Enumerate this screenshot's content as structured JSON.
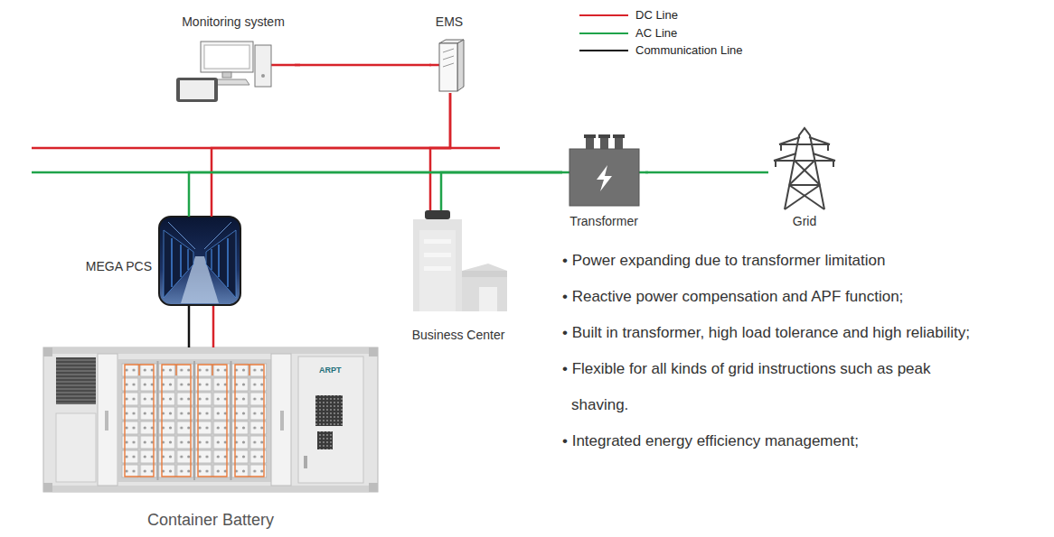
{
  "diagram": {
    "nodes": [
      {
        "text": [
          "Monitoring system"
        ]
      },
      {
        "text": [
          "EMS"
        ]
      },
      {
        "text": [
          "Transformer"
        ]
      },
      {
        "text": [
          "Grid"
        ]
      },
      {
        "text": [
          "MEGA PCS"
        ]
      },
      {
        "text": [
          "Business Center"
        ]
      },
      {
        "text": [
          "Container Battery"
        ]
      }
    ],
    "edges": [
      {
        "from": 0,
        "to": 1,
        "arrow": "none"
      },
      {
        "from": 1,
        "to": 4,
        "arrow": "none"
      },
      {
        "from": 1,
        "to": 5,
        "arrow": "none"
      },
      {
        "from": 4,
        "to": 2,
        "arrow": "none"
      },
      {
        "from": 5,
        "to": 2,
        "arrow": "none"
      },
      {
        "from": 2,
        "to": 3,
        "arrow": "none"
      },
      {
        "from": 4,
        "to": 6,
        "arrow": "none"
      },
      {
        "from": 4,
        "to": 6,
        "arrow": "none"
      }
    ],
    "labels": [
      "• Power expanding due to transformer limitation",
      "• Reactive power compensation and APF function;",
      "• Built in transformer, high load tolerance and high reliability;",
      "• Flexible for all kinds of grid instructions such as peak shaving.",
      "• Integrated energy efficiency management;",
      "ARPT"
    ],
    "legend": [
      {
        "text": "DC Line"
      },
      {
        "text": "AC Line"
      },
      {
        "text": "Communication Line"
      }
    ]
  }
}
